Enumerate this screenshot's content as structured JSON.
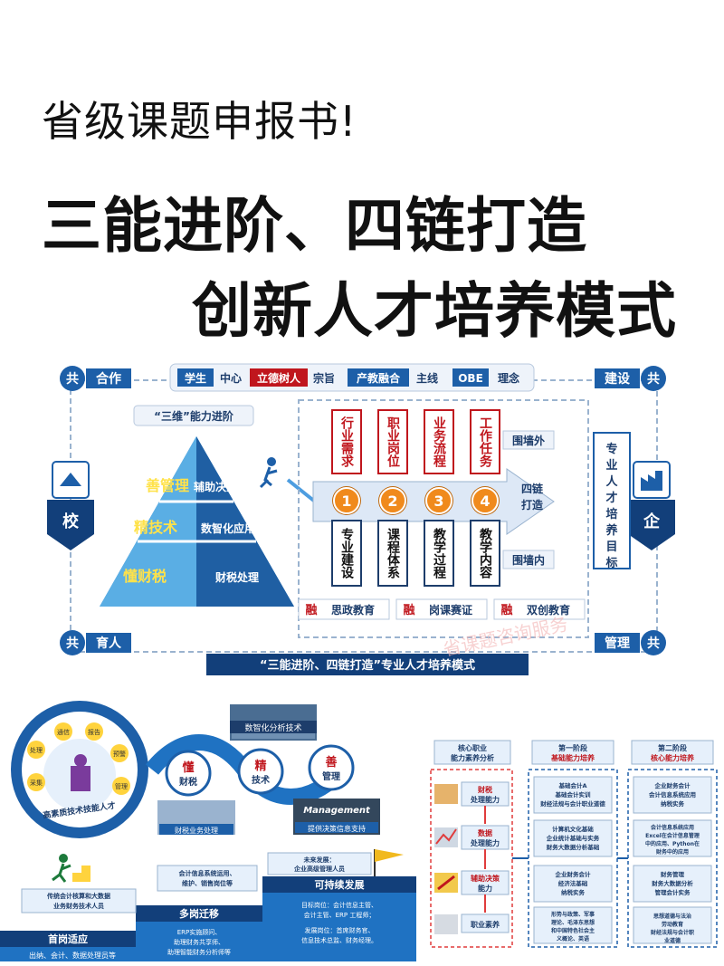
{
  "header": {
    "line1": "省级课题申报书!",
    "line2": "三能进阶、四链打造",
    "line3": "创新人才培养模式"
  },
  "diagram1": {
    "corners": {
      "top_left_badge": "共",
      "top_left_text": "合作",
      "top_right_text": "建设",
      "top_right_badge": "共",
      "bottom_left_badge": "共",
      "bottom_left_text": "育人",
      "bottom_right_text": "管理",
      "bottom_right_badge": "共"
    },
    "concepts": [
      {
        "tag": "学生",
        "text": "中心"
      },
      {
        "tag": "立德树人",
        "text": "宗旨"
      },
      {
        "tag": "产教融合",
        "text": "主线"
      },
      {
        "tag": "OBE",
        "text": "理念"
      }
    ],
    "pyramid_title": "“三维”能力进阶",
    "pyramid": [
      {
        "label": "善管理",
        "side": "辅助决策"
      },
      {
        "label": "精技术",
        "side": "数智化应用"
      },
      {
        "label": "懂财税",
        "side": "财税处理"
      }
    ],
    "school": "校",
    "enterprise": "企",
    "top_boxes": [
      "行业需求",
      "职业岗位",
      "业务流程",
      "工作任务"
    ],
    "numbers": [
      "1",
      "2",
      "3",
      "4"
    ],
    "bottom_boxes": [
      "专业建设",
      "课程体系",
      "教学过程",
      "教学内容"
    ],
    "wai": "围墙外",
    "nei": "围墙内",
    "four_chain": "四链打造",
    "goal": "专业人才培养目标",
    "rong": [
      {
        "tag": "融",
        "text": "思政教育"
      },
      {
        "tag": "融",
        "text": "岗课赛证"
      },
      {
        "tag": "融",
        "text": "双创教育"
      }
    ],
    "bottom_title": "“三能进阶、四链打造”专业人才培养模式",
    "watermark": "省课题咨询服务"
  },
  "diagram2": {
    "circle_text": "高素质技术技能人才",
    "circle_icons": [
      "处理",
      "通信",
      "报告",
      "预警",
      "采集",
      "管理"
    ],
    "analysis_tech": "数智化分析技术",
    "steps": [
      {
        "big": "懂",
        "small": "财税"
      },
      {
        "big": "精",
        "small": "技术"
      },
      {
        "big": "善",
        "small": "管理"
      }
    ],
    "tax_handle": "财税业务处理",
    "management": "Management",
    "decision": "提供决策信息支持",
    "future": "未来发展：企业高级管理人员",
    "stage1_desc": "传统会计核算和大数据业务财务技术人员",
    "stage1_name": "首岗适应",
    "stage1_jobs": "出纳、会计、数据处理员等",
    "stage2_desc": "会计信息系统运用、维护、销售岗位等",
    "stage2_name": "多岗迁移",
    "stage2_jobs": "ERP实施顾问、助理财务共享师、助理智能财务分析师等",
    "stage3_name": "可持续发展",
    "stage3_target": "目标岗位：会计信息主管、会计主管、ERP 工程师；",
    "stage3_dev": "发展岗位：首席财务官、信息技术总监、财务经理。"
  },
  "diagram3": {
    "col1_title": "核心职业能力素养分析",
    "col2_title": "第一阶段",
    "col2_sub": "基础能力培养",
    "col3_title": "第二阶段",
    "col3_sub": "核心能力培养",
    "abilities": [
      "财税处理能力",
      "数据处理能力",
      "辅助决策能力",
      "职业素养"
    ],
    "stage1": [
      "基础会计A 基础会计实训 财经法规与会计职业道德",
      "计算机文化基础 企业统计基础与实务 财务大数据分析基础",
      "企业财务会计 经济法基础 纳税实务",
      "形势与政策、军事理论、毛泽东思想和中国特色社会主义概论、英语"
    ],
    "stage2": [
      "企业财务会计 会计信息系统应用 纳税实务",
      "会计信息系统应用 Excel在会计信息管理中的应用、Python在财务中的应用",
      "财务管理 财务大数据分析 管理会计实务",
      "思想道德与法治 劳动教育 财经法规与会计职业道德"
    ]
  }
}
